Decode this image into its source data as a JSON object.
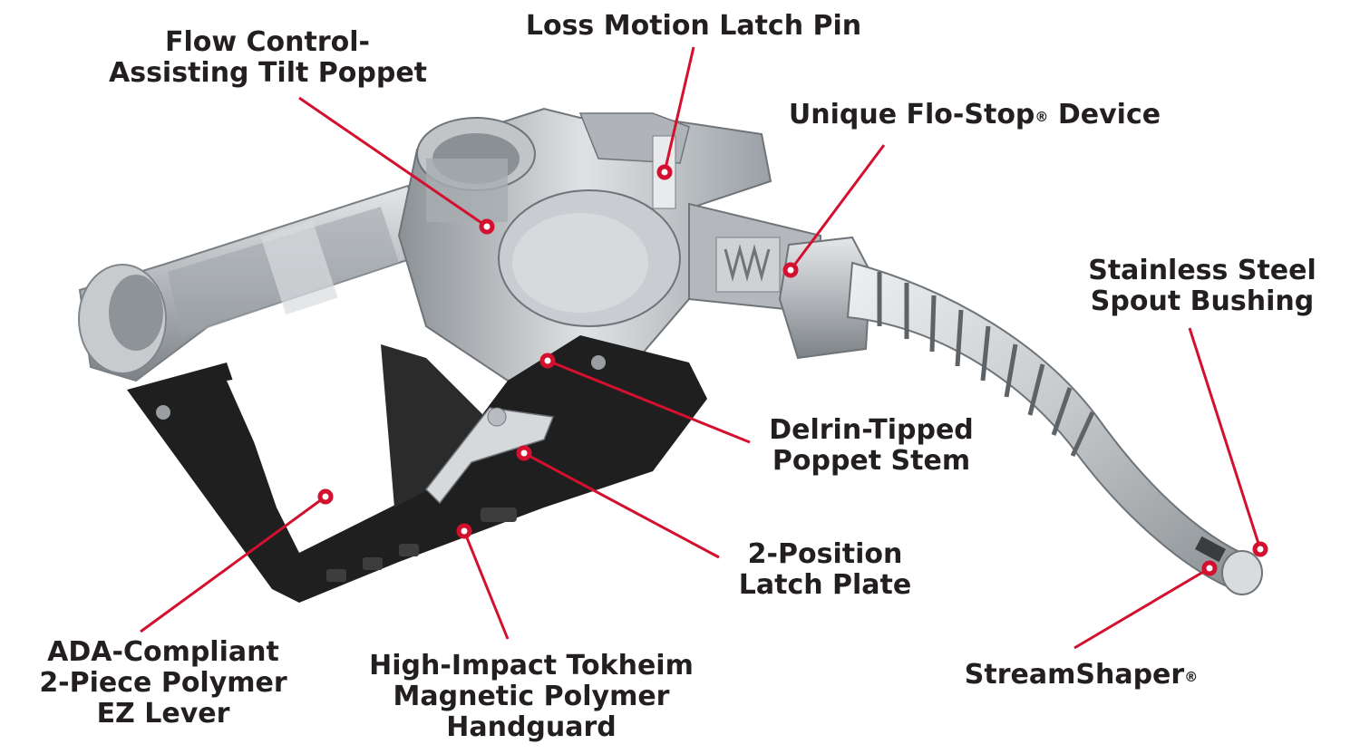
{
  "colors": {
    "accent": "#d4102f",
    "text": "#231f20",
    "metal": "#b9bcbf",
    "polymer": "#1f1f1f"
  },
  "callouts": {
    "tilt_poppet": {
      "line1": "Flow Control-",
      "line2": "Assisting Tilt Poppet"
    },
    "latch_pin": {
      "line1": "Loss Motion Latch Pin"
    },
    "flo_stop": {
      "line1": "Unique Flo-Stop",
      "reg": "®",
      "line2": " Device"
    },
    "spout_bushing": {
      "line1": "Stainless Steel",
      "line2": "Spout Bushing"
    },
    "poppet_stem": {
      "line1": "Delrin-Tipped",
      "line2": "Poppet Stem"
    },
    "latch_plate": {
      "line1": "2-Position",
      "line2": "Latch Plate"
    },
    "ez_lever": {
      "line1": "ADA-Compliant",
      "line2": "2-Piece Polymer",
      "line3": "EZ Lever"
    },
    "handguard": {
      "line1": "High-Impact Tokheim",
      "line2": "Magnetic Polymer",
      "line3": "Handguard"
    },
    "streamshaper": {
      "line1": "StreamShaper",
      "reg": "®"
    }
  }
}
